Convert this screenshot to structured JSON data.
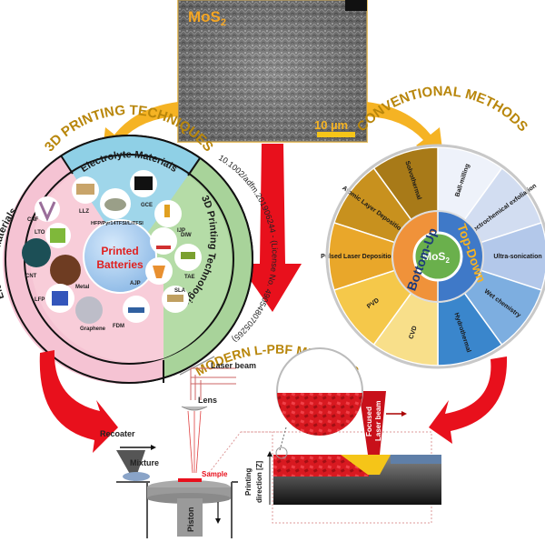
{
  "sem_image": {
    "label": "MoS",
    "label_sub": "2",
    "scale_bar": "10 µm"
  },
  "printing_techniques": {
    "title": "3D PRINTING TECHNIQUES",
    "center_line1": "Printed",
    "center_line2": "Batteries",
    "electrolyte": {
      "heading": "Electrolyte Materials",
      "items": [
        "LLZ",
        "GCE",
        "HFP/Pyr14TFSI/LiTFSI"
      ]
    },
    "electrode": {
      "heading": "Electrode Materials",
      "items": [
        "CNF",
        "LTO",
        "CNT",
        "Metal",
        "LFP",
        "Graphene"
      ]
    },
    "technologies": {
      "heading": "3D Printing Technologies",
      "items": [
        "IJP",
        "DIW",
        "TAE",
        "AJP",
        "SLA",
        "FDM"
      ]
    },
    "citation": "10.1002/adfm.201906244 - (License No. 4905480705265)",
    "colors": {
      "electrolyte": "#8fd0e6",
      "electrode": "#f5c3d3",
      "technologies": "#a8d39a",
      "center": "#9fc7ee",
      "center_text": "#e0201f"
    }
  },
  "conventional_methods": {
    "title": "CONVENTIONAL METHODS",
    "center": "MoS",
    "center_sub": "2",
    "bottom_up": {
      "label": "Bottom-Up",
      "items": [
        "Solvothermal",
        "Atomic Layer Deposition",
        "Pulsed Laser Deposition",
        "PVD",
        "CVD"
      ]
    },
    "top_down": {
      "label": "Top-Down",
      "items": [
        "Ball-milling",
        "Electrochemical exfoliation",
        "Ultra-sonication",
        "Wet chemistry",
        "Hydrothermal"
      ]
    },
    "colors": {
      "bottom_up": "#f0923a",
      "top_down": "#3f79c8",
      "center": "#6ab04c"
    }
  },
  "lpbf": {
    "title": "MODERN L-PBF METHODS",
    "labels": {
      "laser_beam": "Laser beam",
      "lens": "Lens",
      "recoater": "Recoater",
      "mixture": "Mixture",
      "sample": "Sample",
      "piston": "Piston",
      "printing_direction_1": "Printing",
      "printing_direction_2": "direction [Z]",
      "focused_1": "Focused",
      "focused_2": "Laser beam"
    }
  },
  "colors": {
    "title_gold": "#b8860b",
    "arrow_red": "#e8101c",
    "arrow_orange": "#f5b324"
  }
}
